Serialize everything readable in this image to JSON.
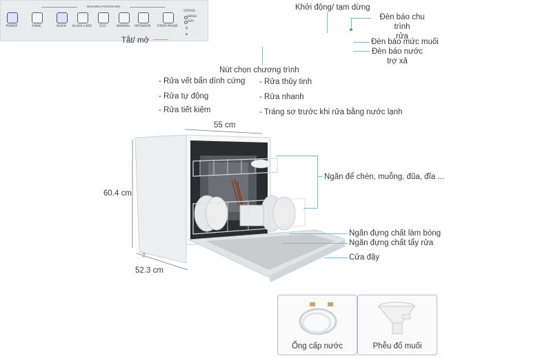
{
  "panel": {
    "washing_programs": "WASHING PROGRAMS",
    "buttons": [
      "POWER",
      "RINSE",
      "QUICK",
      "GLASS CARE",
      "ECO",
      "NORMAL",
      "INTENSIVE",
      "START/PAUSE"
    ],
    "status": "STATUS",
    "status_items": [
      "WASH",
      "DRY"
    ]
  },
  "labels": {
    "power": "Tắt/ mở",
    "start": "Khởi động/ tạm dừng",
    "cycle_light": "Đèn báo chu trình\nrửa",
    "salt_light": "Đèn báo mức muối",
    "rinse_light": "Đèn báo nước\ntrợ xả",
    "program_buttons": "Nút chọn chương trình",
    "racks": "Ngăn để chén, muỗng, đũa, đĩa ...",
    "rinse_aid": "Ngăn đựng chất làm bóng",
    "detergent": "Ngăn đựng chất tẩy rửa",
    "door": "Cửa đậy"
  },
  "programs_left": [
    "- Rửa vết bẩn dính cứng",
    "- Rửa tự động",
    "- Rửa tiết kiệm"
  ],
  "programs_right": [
    "- Rửa thủy tinh",
    "- Rửa nhanh",
    "- Tráng sơ trước khi rửa bằng nước lạnh"
  ],
  "dimensions": {
    "width": "55 cm",
    "height": "60.4 cm",
    "depth": "52.3 cm"
  },
  "accessories": [
    "Ống cấp nước",
    "Phễu đổ muối"
  ]
}
